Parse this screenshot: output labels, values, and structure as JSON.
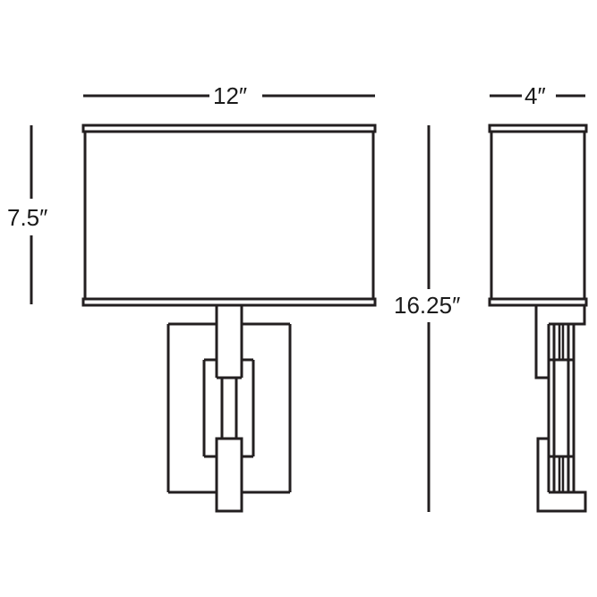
{
  "diagram": {
    "type": "product dimension drawing",
    "subject": "wall sconce with rectangular shade",
    "views": [
      "front",
      "side"
    ],
    "line_color": "#231f20",
    "background": "#ffffff"
  },
  "dimensions": {
    "shade_width": {
      "label": "12″",
      "value": 12,
      "unit": "in"
    },
    "shade_height": {
      "label": "7.5″",
      "value": 7.5,
      "unit": "in"
    },
    "overall_height": {
      "label": "16.25″",
      "value": 16.25,
      "unit": "in"
    },
    "depth": {
      "label": "4″",
      "value": 4,
      "unit": "in"
    }
  }
}
